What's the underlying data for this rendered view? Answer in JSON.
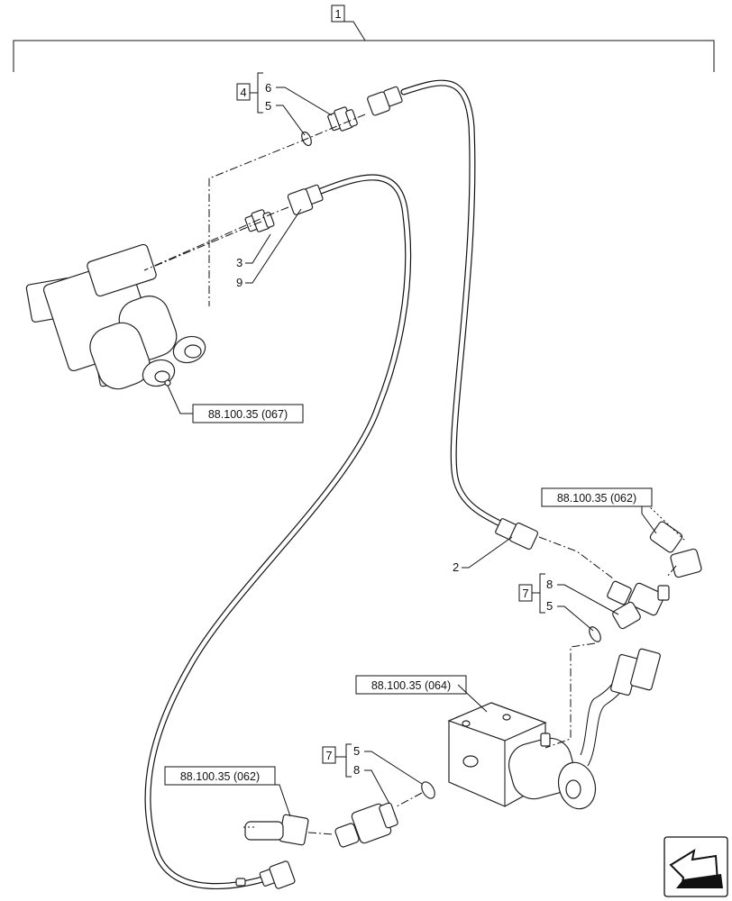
{
  "assembly": {
    "number": "1"
  },
  "callouts": {
    "c2": "2",
    "c3": "3",
    "c9": "9",
    "g4_box": "4",
    "g4_a": "6",
    "g4_b": "5",
    "g7a_box": "7",
    "g7a_a": "8",
    "g7a_b": "5",
    "g7b_box": "7",
    "g7b_a": "5",
    "g7b_b": "8"
  },
  "references": {
    "r067": "88.100.35 (067)",
    "r062_top": "88.100.35 (062)",
    "r064": "88.100.35 (064)",
    "r062_bottom": "88.100.35 (062)"
  },
  "icons": {
    "nav": "arrow-navigation-icon"
  }
}
